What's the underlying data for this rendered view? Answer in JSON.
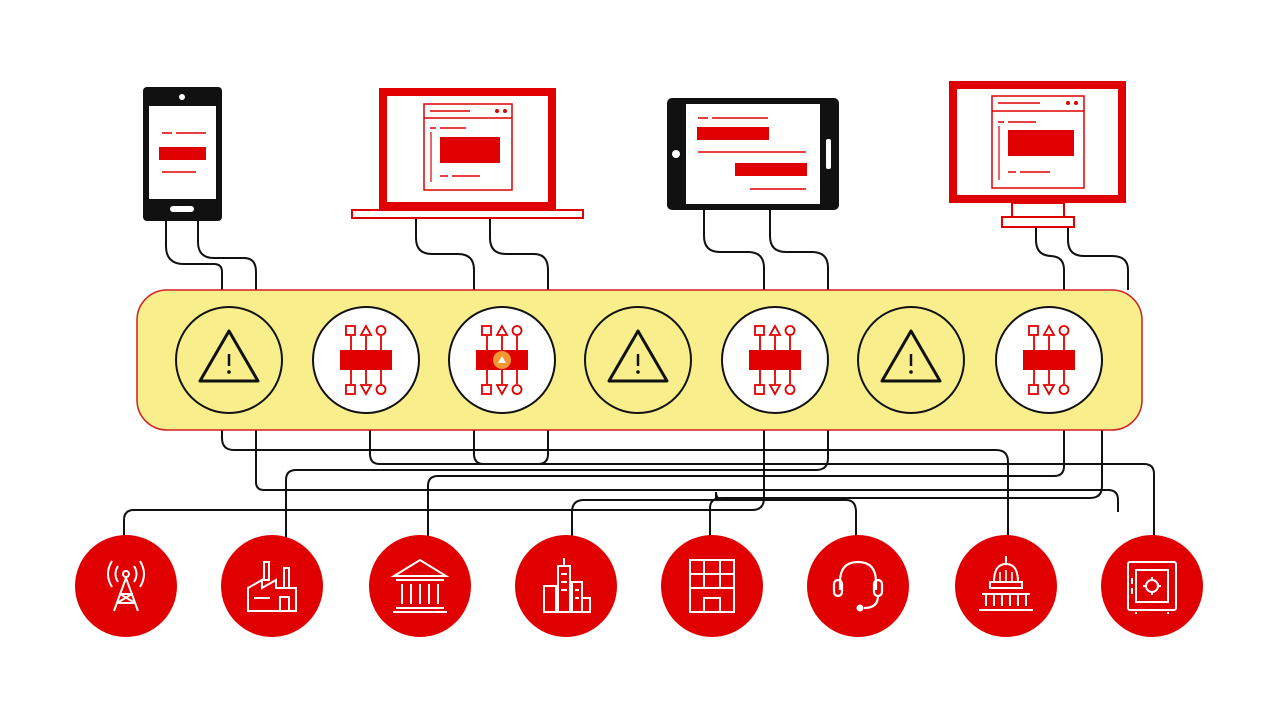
{
  "colors": {
    "accent": "#e00000",
    "bus_fill": "#f8ee8c",
    "bus_border": "#d21f1f",
    "line": "#111111",
    "device_dark": "#111111",
    "node_fill": "#ffffff"
  },
  "devices": [
    {
      "icon": "smartphone-icon"
    },
    {
      "icon": "laptop-icon"
    },
    {
      "icon": "tablet-icon"
    },
    {
      "icon": "desktop-monitor-icon"
    }
  ],
  "bus_nodes": [
    {
      "icon": "warning-triangle-icon",
      "style": "yellow"
    },
    {
      "icon": "api-gateway-icon",
      "style": "white"
    },
    {
      "icon": "api-gateway-alert-icon",
      "style": "white"
    },
    {
      "icon": "warning-triangle-icon",
      "style": "yellow"
    },
    {
      "icon": "api-gateway-icon",
      "style": "white"
    },
    {
      "icon": "warning-triangle-icon",
      "style": "yellow"
    },
    {
      "icon": "api-gateway-icon",
      "style": "white"
    }
  ],
  "endpoints": [
    {
      "icon": "cell-tower-icon"
    },
    {
      "icon": "factory-icon"
    },
    {
      "icon": "bank-icon"
    },
    {
      "icon": "city-buildings-icon"
    },
    {
      "icon": "office-building-icon"
    },
    {
      "icon": "headset-support-icon"
    },
    {
      "icon": "government-capitol-icon"
    },
    {
      "icon": "safe-vault-icon"
    }
  ]
}
